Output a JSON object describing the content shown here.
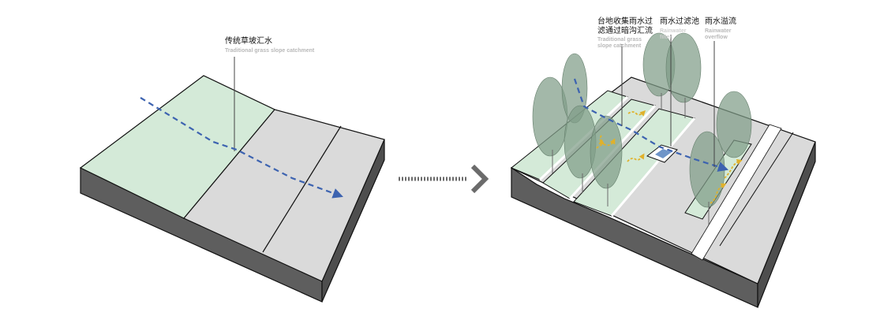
{
  "colors": {
    "grass": "#d4ead8",
    "paving": "#dadada",
    "side": "#5e5e5e",
    "flow_arrow": "#3d63b0",
    "overflow_arrow": "#e0b12a",
    "tree": "#7f9d88",
    "pool": "#6f95c8"
  },
  "left": {
    "label_zh": "传统草坡汇水",
    "label_en": "Traditional grass slope catchment"
  },
  "right": {
    "callouts": [
      {
        "zh_line1": "台地收集雨水过",
        "zh_line2": "滤通过暗沟汇流",
        "en_line1": "Traditional grass",
        "en_line2": "slope catchment"
      },
      {
        "zh_line1": "雨水过滤池",
        "zh_line2": "",
        "en_line1": "Rainwater",
        "en_line2": "filter"
      },
      {
        "zh_line1": "雨水溢流",
        "zh_line2": "",
        "en_line1": "Rainwater",
        "en_line2": "overflow"
      }
    ]
  },
  "icons": {
    "transition": "chevron-right-arrow",
    "flow": "dashed-arrow"
  }
}
